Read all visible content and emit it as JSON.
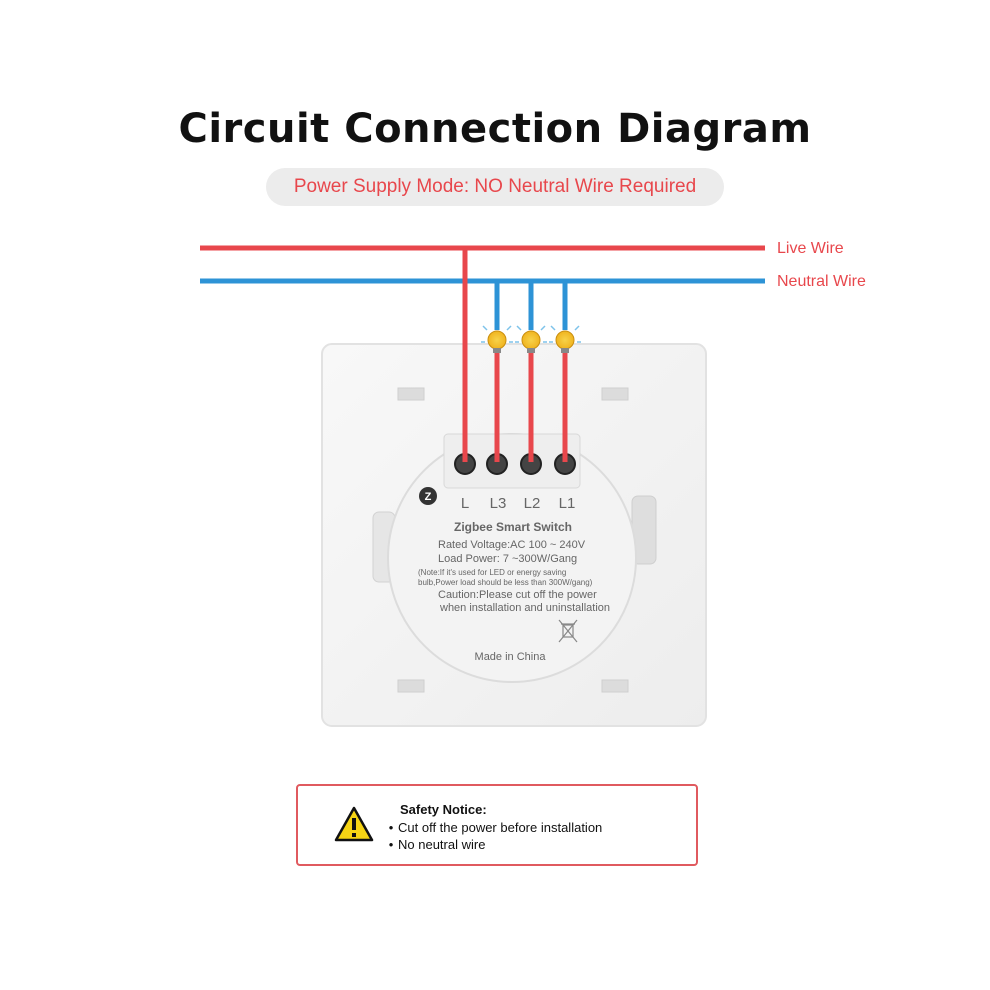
{
  "title": "Circuit Connection Diagram",
  "power_mode": "Power Supply Mode: NO Neutral Wire Required",
  "wires": {
    "live_label": "Live Wire",
    "neutral_label": "Neutral Wire",
    "live_color": "#e8474c",
    "neutral_color": "#2d93d6"
  },
  "terminals": [
    "L",
    "L3",
    "L2",
    "L1"
  ],
  "module": {
    "product": "Zigbee Smart Switch",
    "rated_voltage": "Rated Voltage:AC 100 ~ 240V",
    "load_power": "Load Power: 7 ~300W/Gang",
    "note_line1": "(Note:If it's used for LED or energy saving",
    "note_line2": "bulb,Power load should be less than 300W/gang)",
    "caution_line1": "Caution:Please cut off the power",
    "caution_line2": "when installation and uninstallation",
    "origin": "Made in China",
    "badge": "Z"
  },
  "safety": {
    "title": "Safety Notice:",
    "items": [
      "Cut off the power before installation",
      "No neutral wire"
    ]
  }
}
